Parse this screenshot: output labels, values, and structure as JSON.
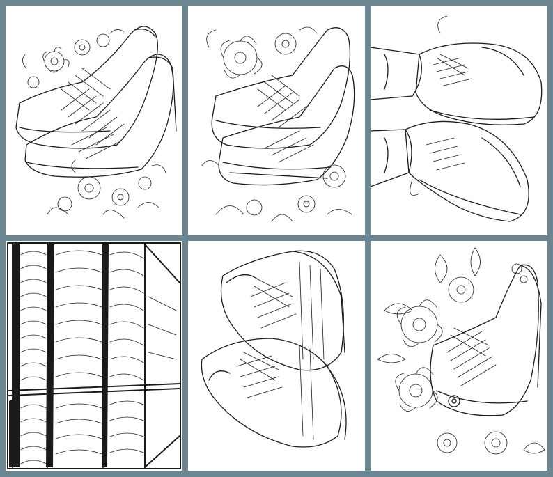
{
  "colors": {
    "background": "#6b8591",
    "panel": "#ffffff",
    "ink": "#1a1a1a"
  },
  "panels": [
    {
      "id": "1",
      "subject": "high-top-sneakers-with-flowers"
    },
    {
      "id": "2",
      "subject": "high-top-sneakers-with-flowers"
    },
    {
      "id": "3",
      "subject": "running-shoes-on-feet"
    },
    {
      "id": "4",
      "subject": "sneakers-on-store-shelves"
    },
    {
      "id": "5",
      "subject": "pair-of-sneakers"
    },
    {
      "id": "6",
      "subject": "high-top-sneaker-with-flowers"
    }
  ]
}
